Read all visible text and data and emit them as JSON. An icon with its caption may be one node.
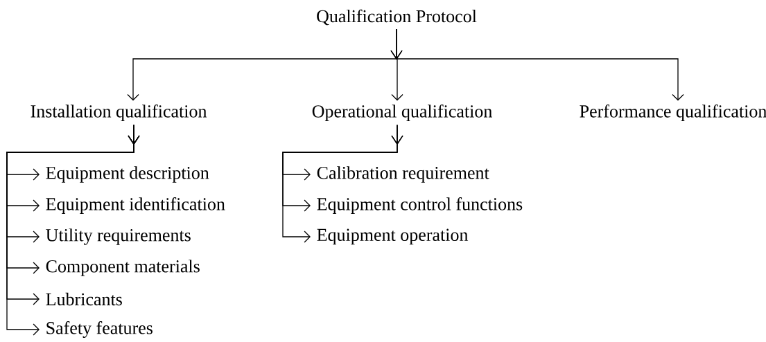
{
  "diagram": {
    "nodes": [
      {
        "text": [
          "Qualification Protocol"
        ]
      },
      {
        "text": [
          "Installation qualification"
        ]
      },
      {
        "text": [
          "Operational qualification"
        ]
      },
      {
        "text": [
          "Performance qualification"
        ]
      },
      {
        "text": [
          "Equipment description"
        ]
      },
      {
        "text": [
          "Equipment identification"
        ]
      },
      {
        "text": [
          "Utility requirements"
        ]
      },
      {
        "text": [
          "Component materials"
        ]
      },
      {
        "text": [
          "Lubricants"
        ]
      },
      {
        "text": [
          "Safety features"
        ]
      },
      {
        "text": [
          "Calibration requirement"
        ]
      },
      {
        "text": [
          "Equipment control functions"
        ]
      },
      {
        "text": [
          "Equipment operation"
        ]
      }
    ],
    "edges": [
      {
        "from": 0,
        "to": 1,
        "arrow": "to"
      },
      {
        "from": 0,
        "to": 2,
        "arrow": "to"
      },
      {
        "from": 0,
        "to": 3,
        "arrow": "to"
      },
      {
        "from": 1,
        "to": 4,
        "arrow": "to"
      },
      {
        "from": 1,
        "to": 5,
        "arrow": "to"
      },
      {
        "from": 1,
        "to": 6,
        "arrow": "to"
      },
      {
        "from": 1,
        "to": 7,
        "arrow": "to"
      },
      {
        "from": 1,
        "to": 8,
        "arrow": "to"
      },
      {
        "from": 1,
        "to": 9,
        "arrow": "to"
      },
      {
        "from": 2,
        "to": 10,
        "arrow": "to"
      },
      {
        "from": 2,
        "to": 11,
        "arrow": "to"
      },
      {
        "from": 2,
        "to": 12,
        "arrow": "to"
      }
    ]
  }
}
